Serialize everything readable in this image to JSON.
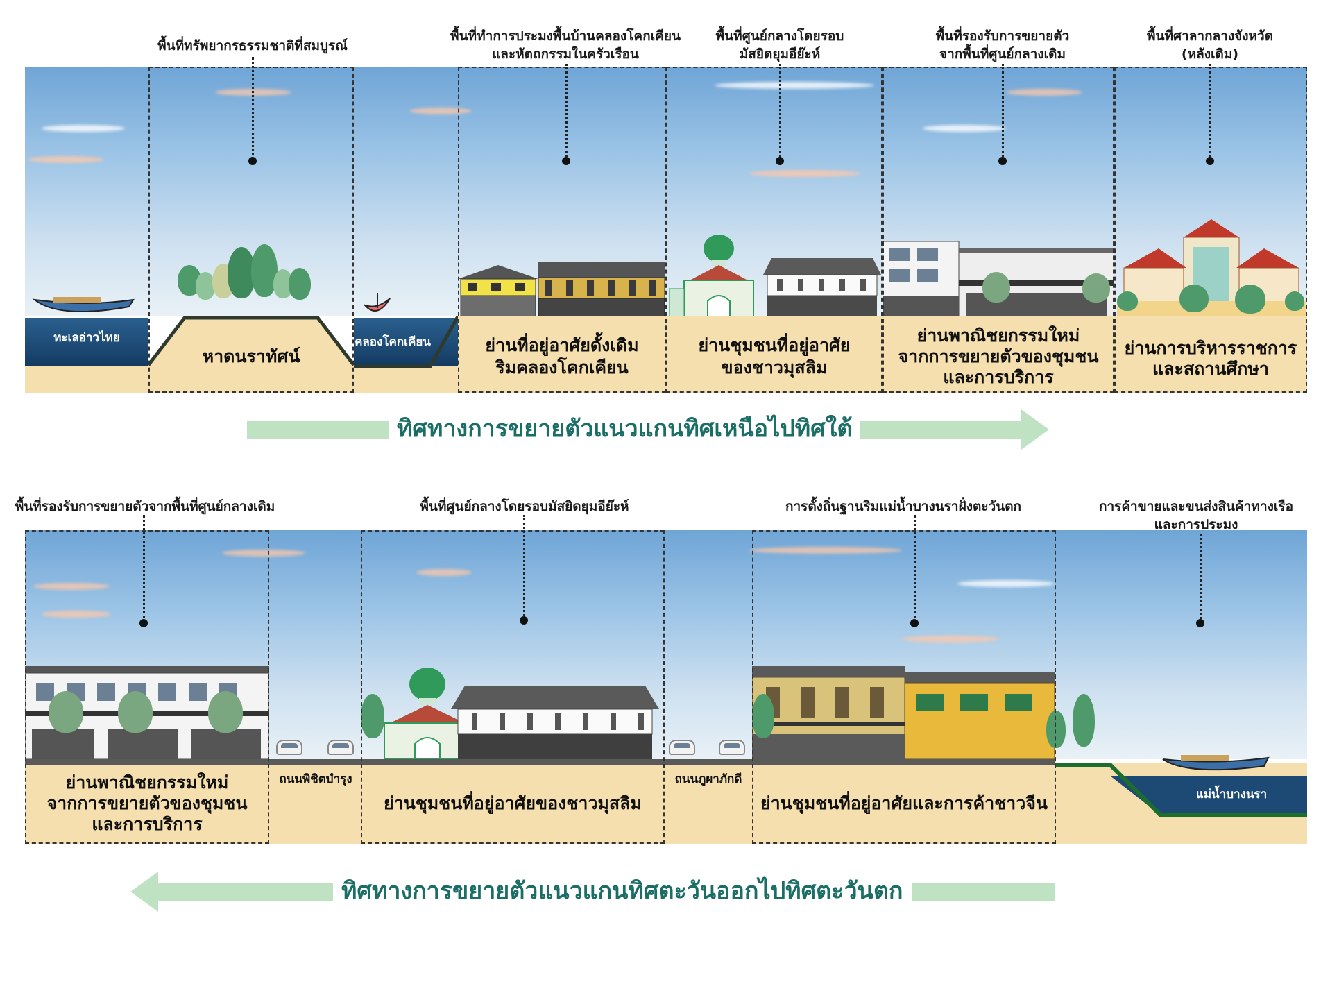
{
  "top_panel": {
    "top_labels": [
      "พื้นที่ทรัพยากรธรรมชาติที่สมบูรณ์",
      "พื้นที่ทำการประมงพื้นบ้านคลองโคกเคียน",
      "และหัตถกรรมในครัวเรือน",
      "พื้นที่ศูนย์กลางโดยรอบ",
      "มัสยิดยุมอีย๊ะห์",
      "พื้นที่รองรับการขยายตัว",
      "จากพื้นที่ศูนย์กลางเดิม",
      "พื้นที่ศาลากลางจังหวัด",
      "(หลังเดิม)"
    ],
    "zone_labels": [
      "หาดนราทัศน์",
      "ย่านที่อยู่อาศัยดั้งเดิม",
      "ริมคลองโคกเคียน",
      "ย่านชุมชนที่อยู่อาศัย",
      "ของชาวมุสลิม",
      "ย่านพาณิชยกรรมใหม่",
      "จากการขยายตัวของชุมชน",
      "และการบริการ",
      "ย่านการบริหารราชการ",
      "และสถานศึกษา"
    ],
    "water_labels": [
      "ทะเลอ่าวไทย",
      "คลองโคกเคียน"
    ],
    "arrow_title": "ทิศทางการขยายตัวแนวแกนทิศเหนือไปทิศใต้"
  },
  "bottom_panel": {
    "top_labels": [
      "พื้นที่รองรับการขยายตัวจากพื้นที่ศูนย์กลางเดิม",
      "พื้นที่ศูนย์กลางโดยรอบมัสยิดยุมอีย๊ะห์",
      "การตั้งถิ่นฐานริมแม่น้ำบางนราฝั่งตะวันตก",
      "การค้าขายและขนส่งสินค้าทางเรือ",
      "และการประมง"
    ],
    "zone_labels": [
      "ย่านพาณิชยกรรมใหม่",
      "จากการขยายตัวของชุมชน",
      "และการบริการ",
      "ย่านชุมชนที่อยู่อาศัยของชาวมุสลิม",
      "ย่านชุมชนที่อยู่อาศัยและการค้าชาวจีน"
    ],
    "road_labels": [
      "ถนนพิชิตบำรุง",
      "ถนนภูผาภักดี"
    ],
    "water_labels": [
      "แม่น้ำบางนรา"
    ],
    "arrow_title": "ทิศทางการขยายตัวแนวแกนทิศตะวันออกไปทิศตะวันตก"
  },
  "colors": {
    "ground": "#f5dfae",
    "water": "#1d4a75",
    "arrow": "#bfe3c2",
    "arrow_text": "#1a6e66",
    "mosque_dome": "#2f9a5a",
    "chinese_shophouse": "#e9b93c",
    "government_roof": "#c0392b"
  }
}
